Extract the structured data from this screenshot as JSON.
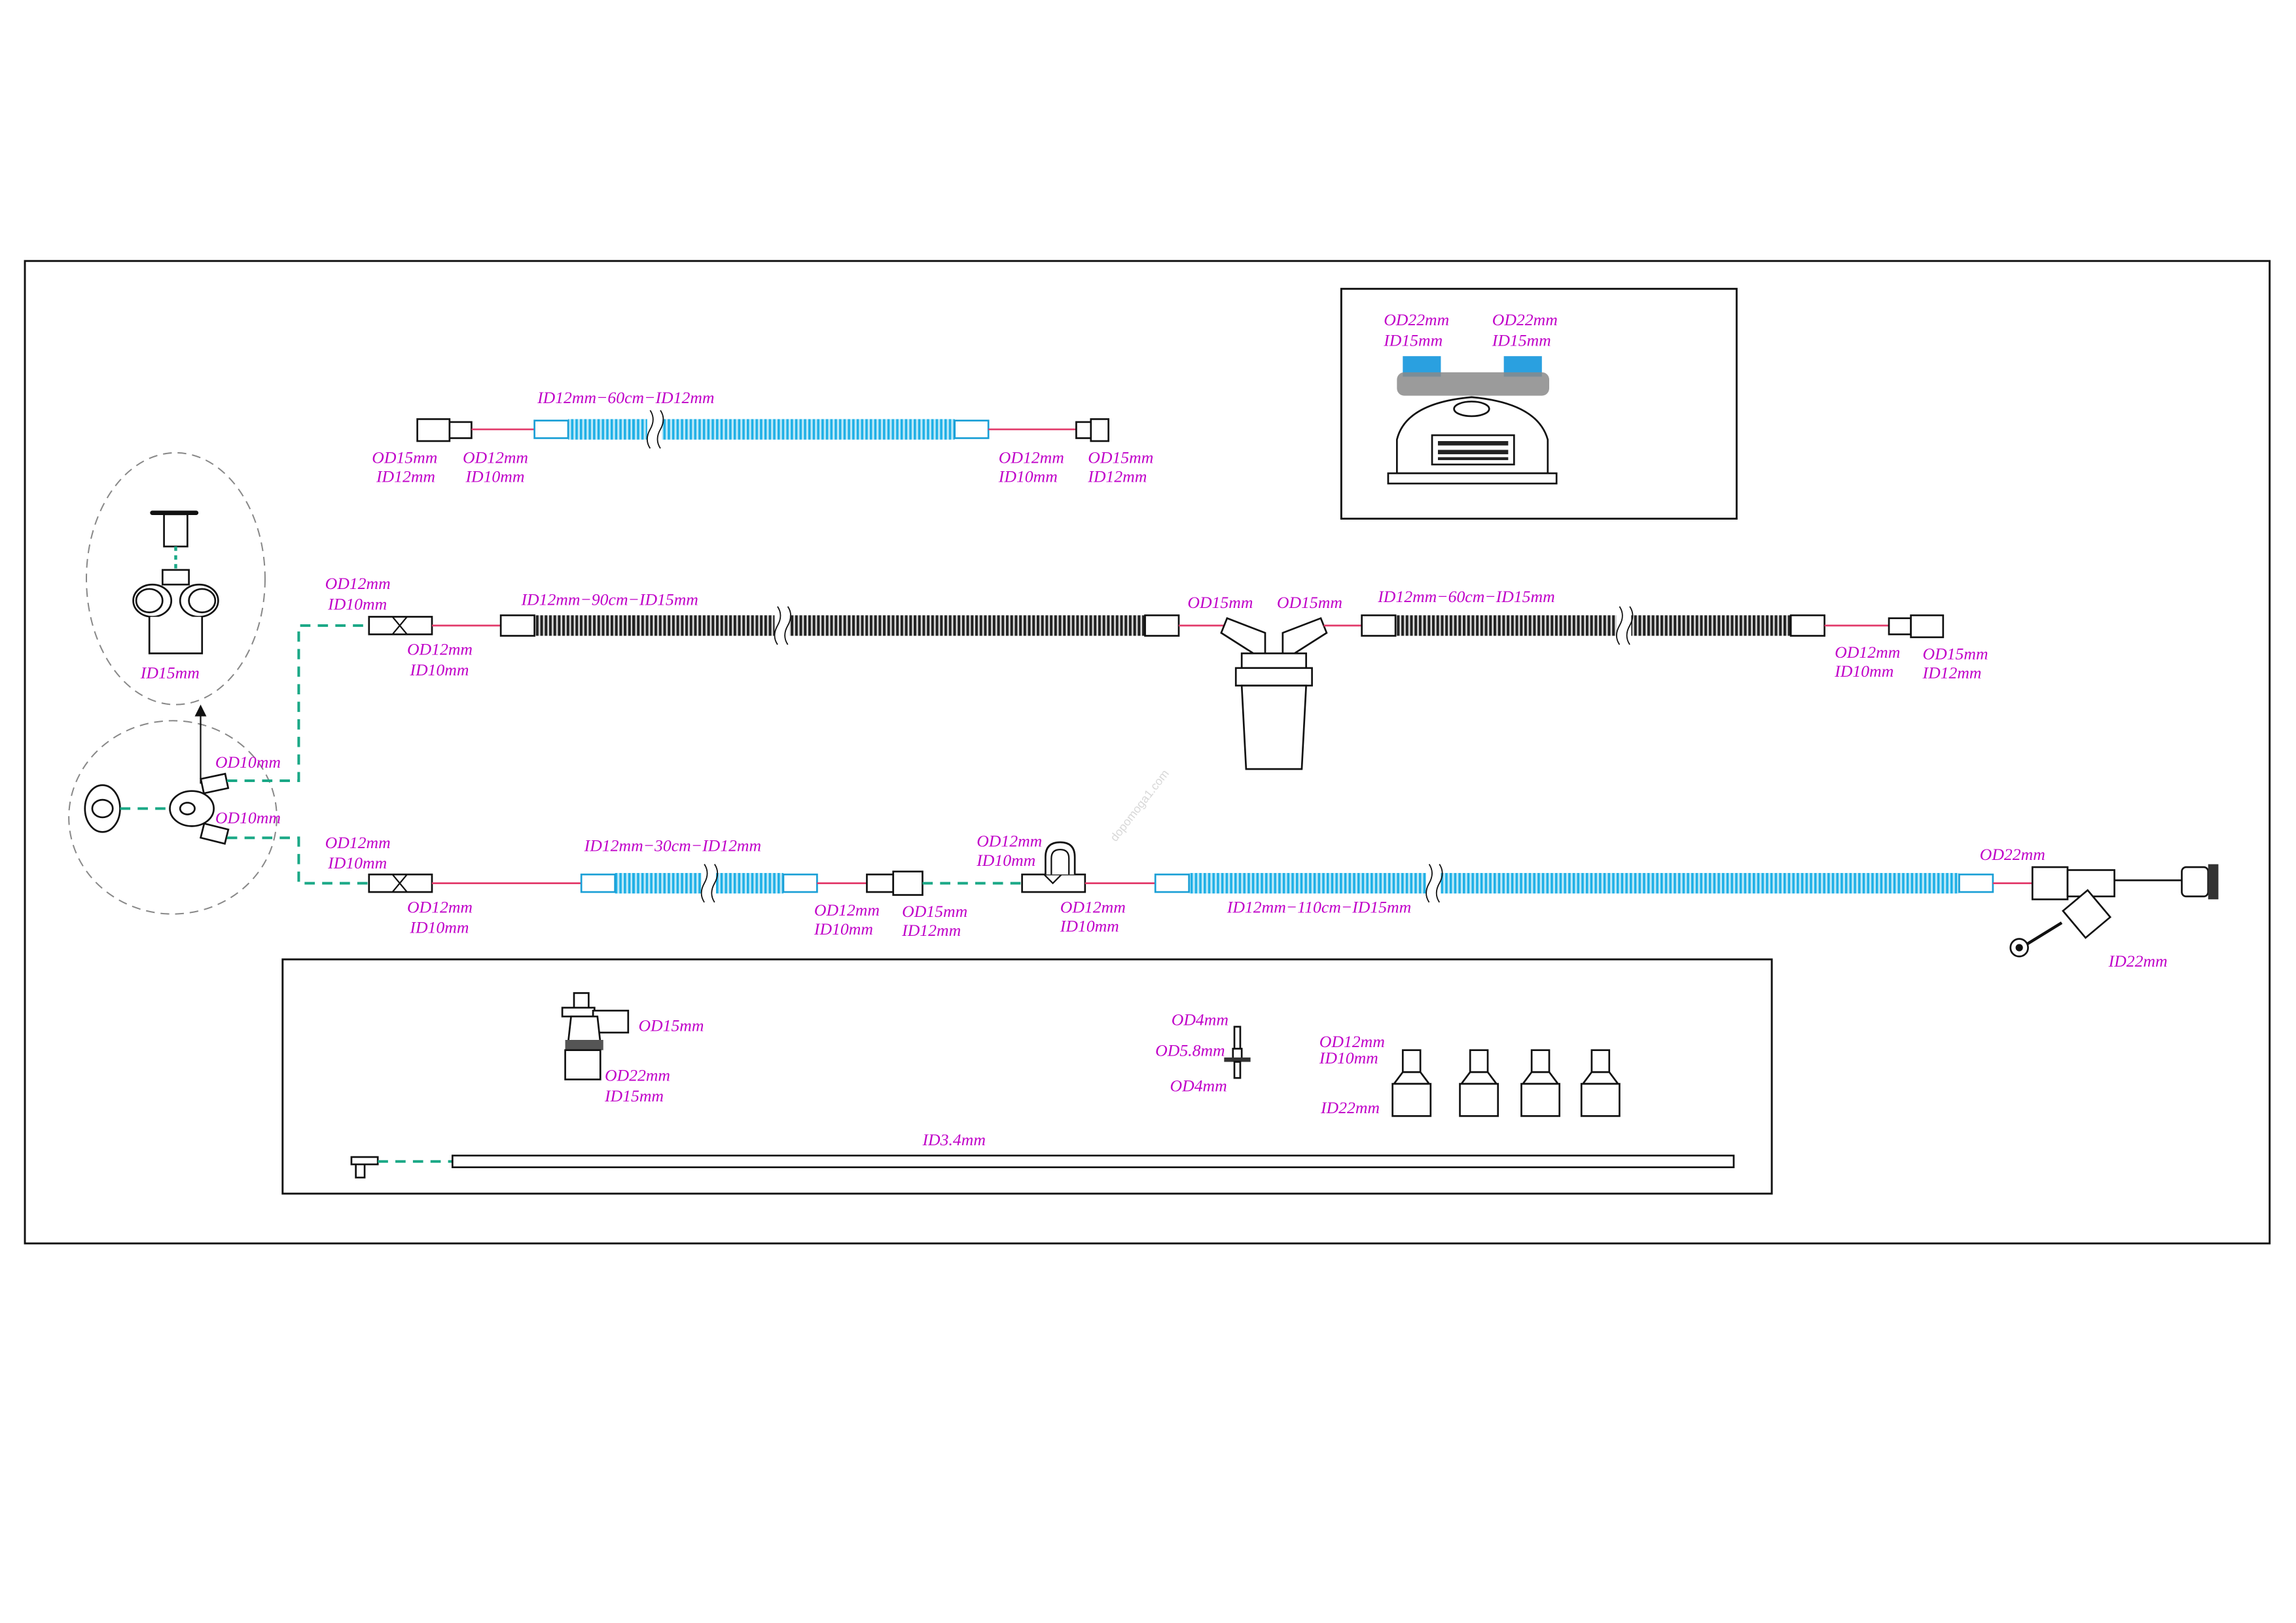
{
  "colors": {
    "label": "#c000c8",
    "line": "#e23a6a",
    "dashed": "#1aa886",
    "tube_blue": "#29b6e8",
    "tube_black": "#222222"
  },
  "watermark": "dopomoga1.com",
  "row1": {
    "tube": "ID12mm−60cm−ID12mm",
    "left_outer": {
      "od": "OD15mm",
      "id": "ID12mm"
    },
    "left_inner": {
      "od": "OD12mm",
      "id": "ID10mm"
    },
    "right_inner": {
      "od": "OD12mm",
      "id": "ID10mm"
    },
    "right_outer": {
      "od": "OD15mm",
      "id": "ID12mm"
    }
  },
  "humidifier": {
    "left": {
      "od": "OD22mm",
      "id": "ID15mm"
    },
    "right": {
      "od": "OD22mm",
      "id": "ID15mm"
    }
  },
  "mask_detail": {
    "label": "ID15mm"
  },
  "nasal": {
    "upper": "OD10mm",
    "lower": "OD10mm"
  },
  "row2": {
    "start_top": {
      "od": "OD12mm",
      "id": "ID10mm"
    },
    "start_bottom": {
      "od": "OD12mm",
      "id": "ID10mm"
    },
    "tube1": "ID12mm−90cm−ID15mm",
    "trap_left": "OD15mm",
    "trap_right": "OD15mm",
    "tube2": "ID12mm−60cm−ID15mm",
    "end_inner": {
      "od": "OD12mm",
      "id": "ID10mm"
    },
    "end_outer": {
      "od": "OD15mm",
      "id": "ID12mm"
    }
  },
  "row3": {
    "start_top": {
      "od": "OD12mm",
      "id": "ID10mm"
    },
    "start_bottom": {
      "od": "OD12mm",
      "id": "ID10mm"
    },
    "tube1": "ID12mm−30cm−ID12mm",
    "mid_inner": {
      "od": "OD12mm",
      "id": "ID10mm"
    },
    "mid_outer": {
      "od": "OD15mm",
      "id": "ID12mm"
    },
    "valve_top": {
      "od": "OD12mm",
      "id": "ID10mm"
    },
    "valve_bottom": {
      "od": "OD12mm",
      "id": "ID10mm"
    },
    "tube2": "ID12mm−110cm−ID15mm",
    "end_od": "OD22mm",
    "end_id": "ID22mm"
  },
  "accessories": {
    "port_od": "OD15mm",
    "port_base": {
      "od": "OD22mm",
      "id": "ID15mm"
    },
    "pin": {
      "top": "OD4mm",
      "mid": "OD5.8mm",
      "bottom": "OD4mm"
    },
    "adapters": {
      "od": "OD12mm",
      "id": "ID10mm",
      "base": "ID22mm"
    },
    "line": "ID3.4mm"
  }
}
